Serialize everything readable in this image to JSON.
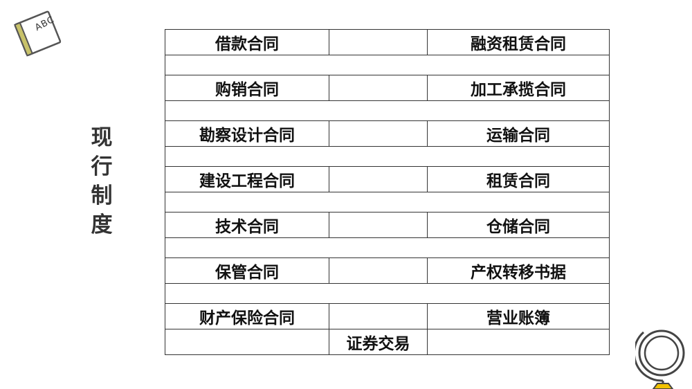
{
  "side_title": [
    "现",
    "行",
    "制",
    "度"
  ],
  "notebook_icon": {
    "name": "abc-notebook-icon",
    "label": "ABC"
  },
  "globe_icon": {
    "name": "globe-icon"
  },
  "table": {
    "rows": [
      {
        "left": "借款合同",
        "middle": "",
        "right": "融资租赁合同"
      },
      {
        "left": "购销合同",
        "middle": "",
        "right": "加工承揽合同"
      },
      {
        "left": "勘察设计合同",
        "middle": "",
        "right": "运输合同"
      },
      {
        "left": "建设工程合同",
        "middle": "",
        "right": "租赁合同"
      },
      {
        "left": "技术合同",
        "middle": "",
        "right": "仓储合同"
      },
      {
        "left": "保管合同",
        "middle": "",
        "right": "产权转移书据"
      },
      {
        "left": "财产保险合同",
        "middle": "",
        "right": "营业账簿"
      }
    ],
    "last_row": {
      "left": "",
      "middle": "证券交易",
      "right": ""
    }
  },
  "colors": {
    "text": "#111111",
    "border": "#333333",
    "globe_stroke": "#444444",
    "globe_base": "#f2c200"
  }
}
